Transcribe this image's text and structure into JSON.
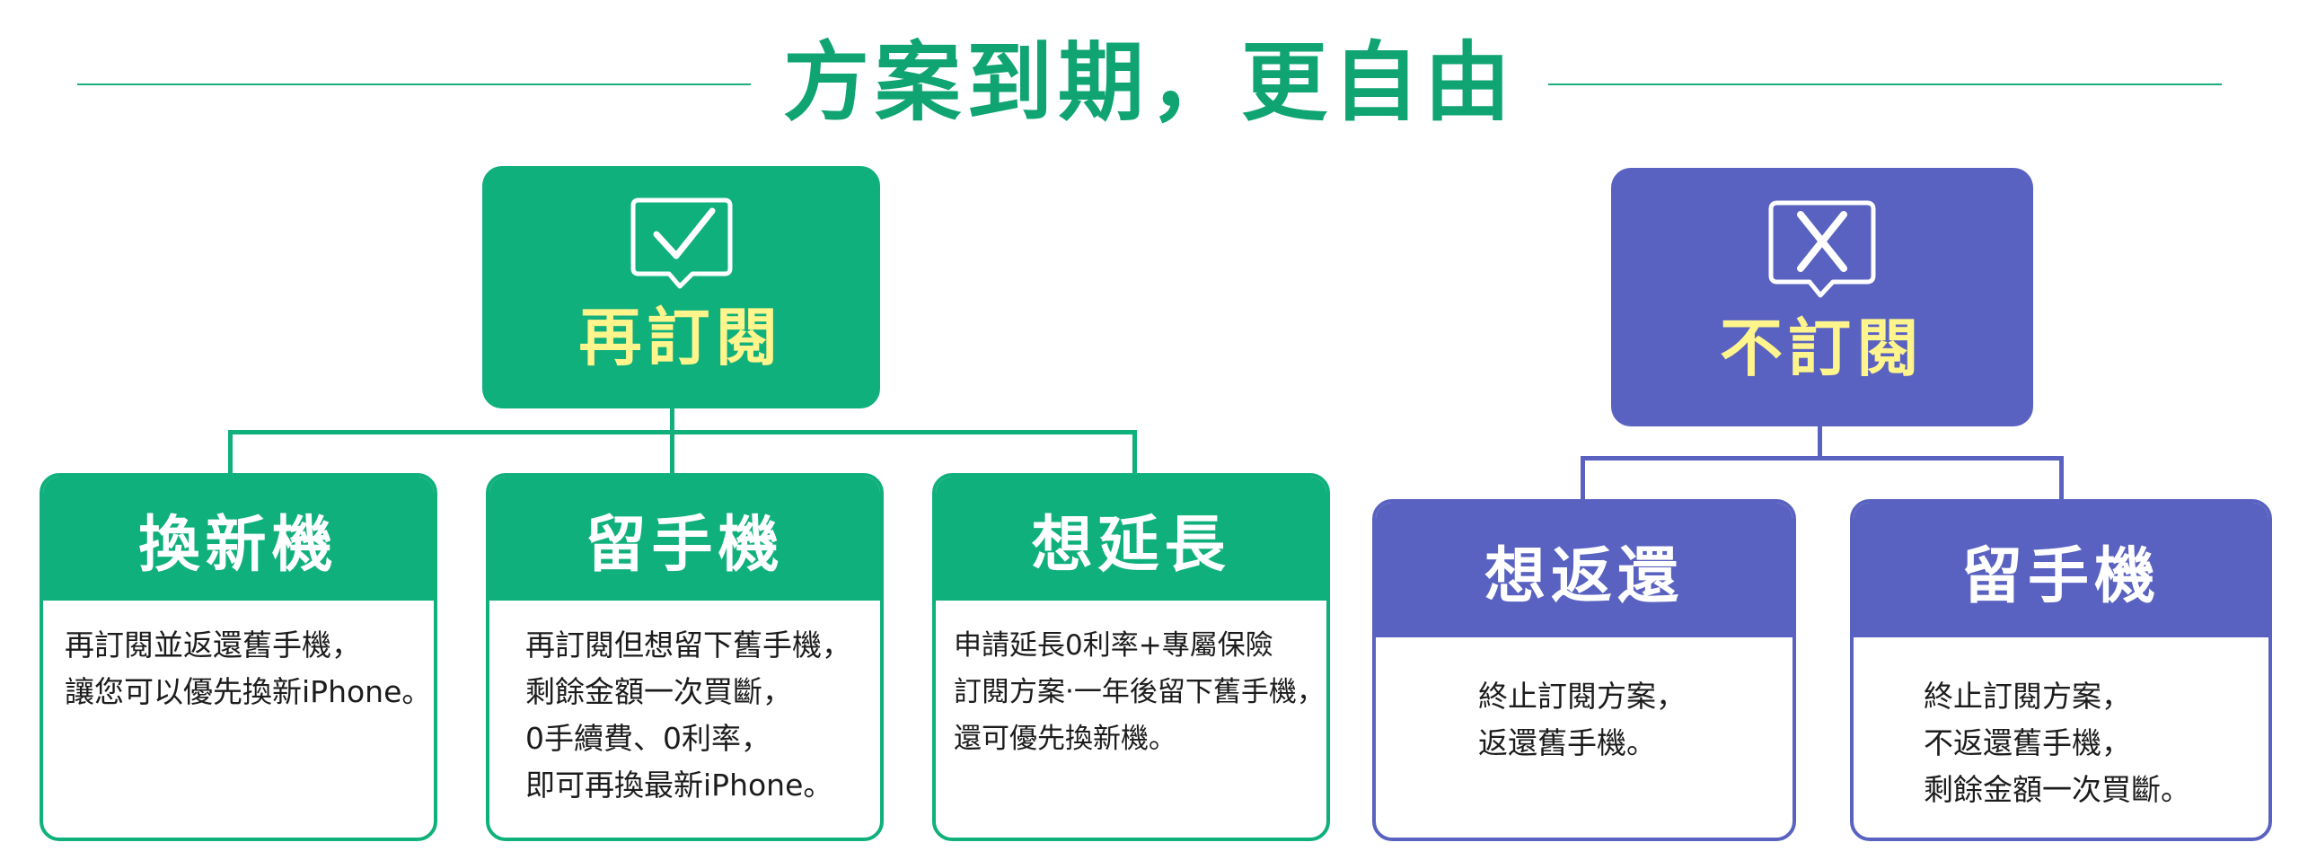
{
  "title": "方案到期，更自由",
  "renew": {
    "label": "再訂閱",
    "icon": "check-speech-bubble-icon",
    "color": "#0fb07c",
    "options": [
      {
        "title": "換新機",
        "lines": [
          "再訂閱並返還舊手機，",
          "讓您可以優先換新iPhone。"
        ]
      },
      {
        "title": "留手機",
        "lines": [
          "再訂閱但想留下舊手機，",
          "剩餘金額一次買斷，",
          "0手續費、0利率，",
          "即可再換最新iPhone。"
        ]
      },
      {
        "title": "想延長",
        "lines": [
          "申請延長0利率+專屬保險",
          "訂閱方案‧一年後留下舊手機，",
          "還可優先換新機。"
        ]
      }
    ]
  },
  "no_renew": {
    "label": "不訂閱",
    "icon": "x-speech-bubble-icon",
    "color": "#5962c0",
    "options": [
      {
        "title": "想返還",
        "lines": [
          "終止訂閱方案，",
          "返還舊手機。"
        ]
      },
      {
        "title": "留手機",
        "lines": [
          "終止訂閱方案，",
          "不返還舊手機，",
          "剩餘金額一次買斷。"
        ]
      }
    ]
  }
}
